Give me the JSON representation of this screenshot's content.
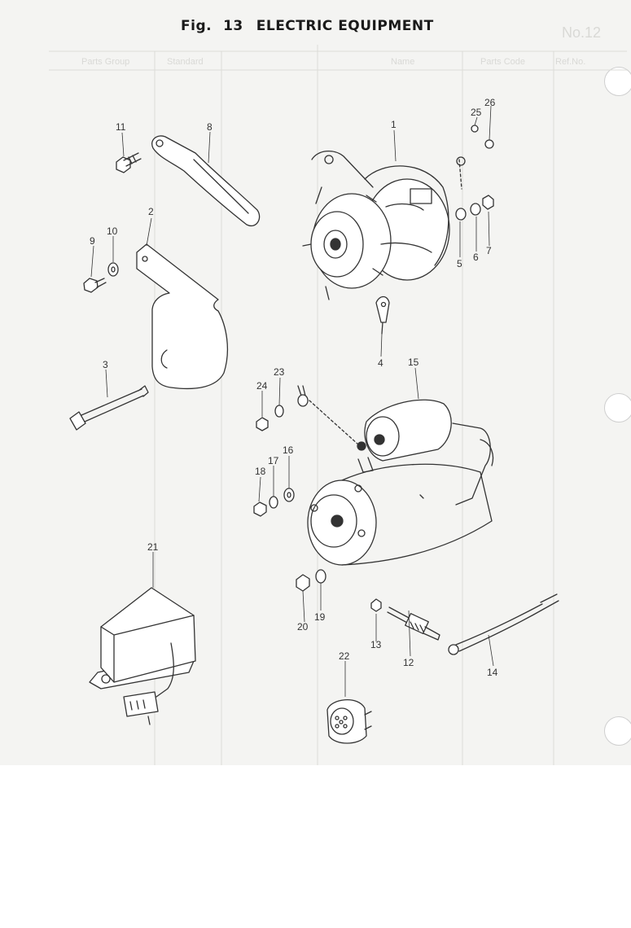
{
  "figure": {
    "fig_word": "Fig.",
    "number": "13",
    "title": "ELECTRIC EQUIPMENT"
  },
  "bleed_through": {
    "page_no": "No.12",
    "col1": "Ref.No.",
    "col2": "Parts Code",
    "col3": "Name",
    "col4": "Standard",
    "col5": "Parts Group"
  },
  "callouts": {
    "c1": "1",
    "c2": "2",
    "c3": "3",
    "c4": "4",
    "c5": "5",
    "c6": "6",
    "c7": "7",
    "c8": "8",
    "c9": "9",
    "c10": "10",
    "c11": "11",
    "c12": "12",
    "c13": "13",
    "c14": "14",
    "c15": "15",
    "c16": "16",
    "c17": "17",
    "c18": "18",
    "c19": "19",
    "c20": "20",
    "c21": "21",
    "c22": "22",
    "c23": "23",
    "c24": "24",
    "c25": "25",
    "c26": "26"
  },
  "colors": {
    "ink": "#333333",
    "paper": "#f4f4f2",
    "blank": "#ffffff"
  }
}
